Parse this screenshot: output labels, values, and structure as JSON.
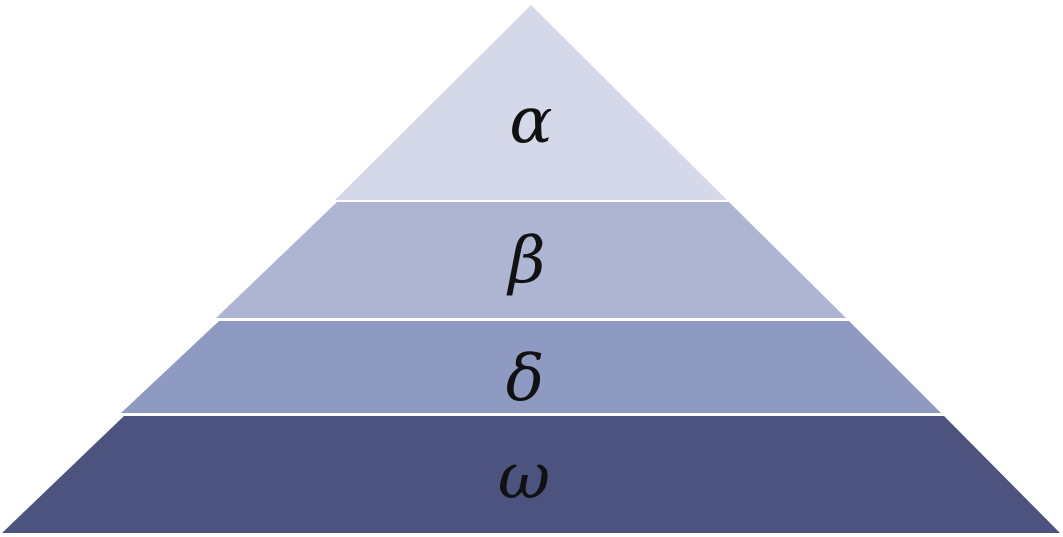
{
  "layers": [
    {
      "label": "α",
      "color": "#d5d8e8"
    },
    {
      "label": "β",
      "color": "#aeb5d3"
    },
    {
      "label": "δ",
      "color": "#8e9ac2"
    },
    {
      "label": "ω",
      "color": "#4b537e"
    }
  ]
}
